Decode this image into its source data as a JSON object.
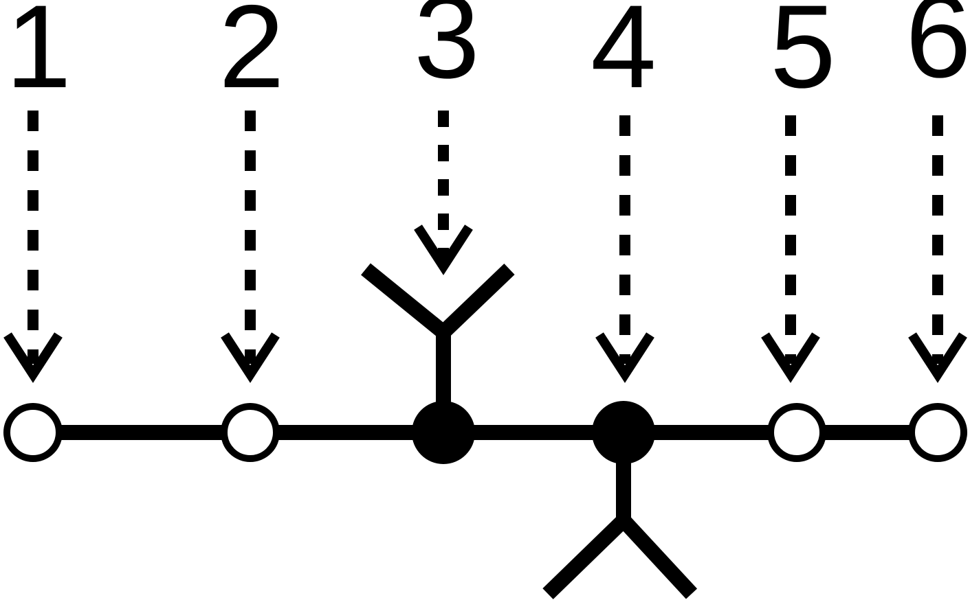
{
  "diagram": {
    "colors": {
      "stroke": "#000000",
      "open_node_fill": "#ffffff",
      "filled_node_fill": "#000000",
      "background": "#ffffff"
    },
    "positions": [
      {
        "label": "1",
        "node": "open"
      },
      {
        "label": "2",
        "node": "open"
      },
      {
        "label": "3",
        "node": "filled",
        "branch": "up"
      },
      {
        "label": "4",
        "node": "filled",
        "branch": "down"
      },
      {
        "label": "5",
        "node": "open"
      },
      {
        "label": "6",
        "node": "open"
      }
    ]
  }
}
